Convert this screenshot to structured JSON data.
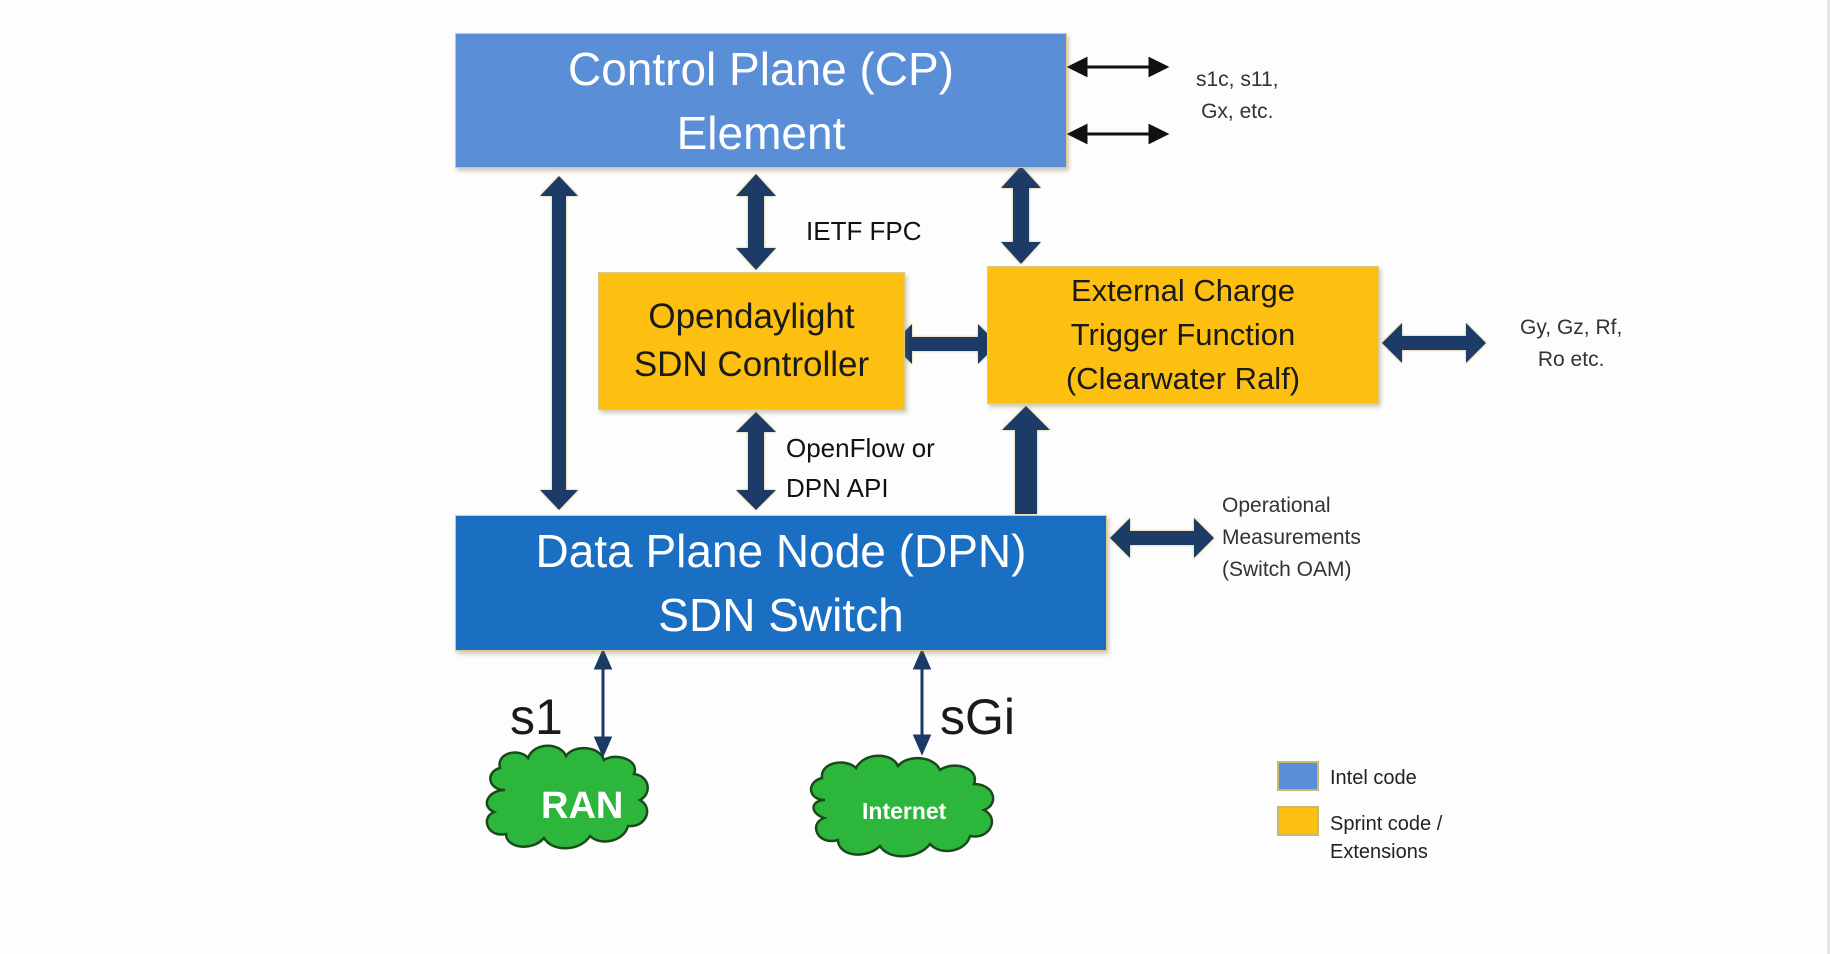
{
  "diagram": {
    "control_plane": {
      "line1": "Control Plane (CP)",
      "line2": "Element",
      "color": "#5a8fd7"
    },
    "data_plane": {
      "line1": "Data Plane Node (DPN)",
      "line2": "SDN Switch",
      "color": "#1b6fc3"
    },
    "sdn_controller": {
      "line1": "Opendaylight",
      "line2": "SDN Controller",
      "color": "#fdc010"
    },
    "charge_trigger": {
      "line1": "External Charge",
      "line2": "Trigger Function",
      "line3": "(Clearwater Ralf)",
      "color": "#fdc010"
    },
    "labels": {
      "cp_interfaces": {
        "line1": "s1c, s11,",
        "line2": "Gx, etc."
      },
      "ietf_fpc": "IETF FPC",
      "openflow": {
        "line1": "OpenFlow or",
        "line2": "DPN API"
      },
      "charging_interfaces": {
        "line1": "Gy, Gz, Rf,",
        "line2": "Ro etc."
      },
      "oam": {
        "line1": "Operational",
        "line2": "Measurements",
        "line3": "(Switch OAM)"
      },
      "s1": "s1",
      "sgi": "sGi"
    },
    "clouds": {
      "ran": "RAN",
      "internet": "Internet",
      "color": "#2db63c"
    },
    "legend": [
      {
        "label": "Intel code",
        "color": "#5a8fd7"
      },
      {
        "label_line1": "Sprint code /",
        "label_line2": "Extensions",
        "color": "#fdc010"
      }
    ],
    "arrow_color": "#1b3a66"
  }
}
